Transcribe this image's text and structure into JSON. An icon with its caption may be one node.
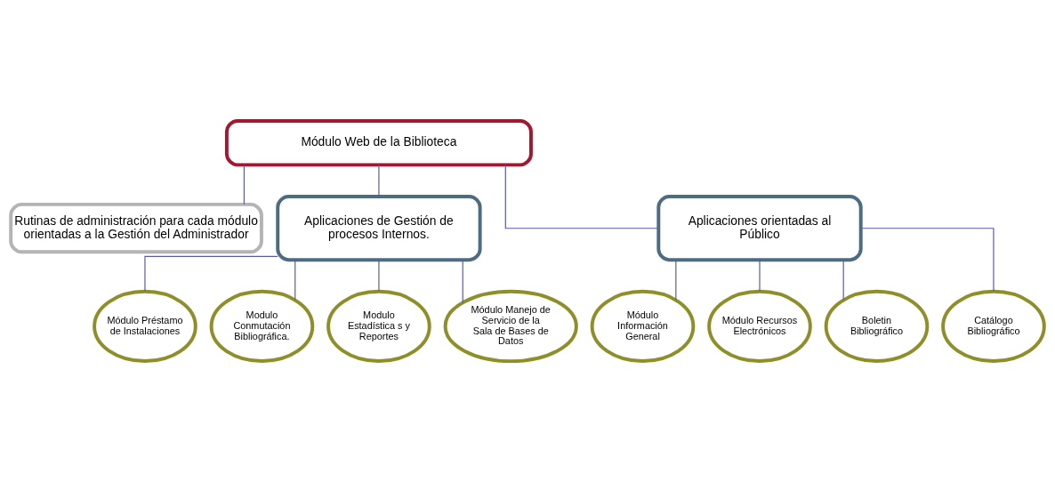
{
  "diagram": {
    "nodes": [
      {
        "text": [
          "Módulo Web de la Biblioteca"
        ]
      },
      {
        "text": [
          "Rutinas de administración para cada módulo orientadas a la Gestión del Administrador"
        ]
      },
      {
        "text": [
          "Aplicaciones de Gestión de procesos Internos."
        ]
      },
      {
        "text": [
          "Aplicaciones orientadas al Público"
        ]
      },
      {
        "text": [
          "Módulo Préstamo de Instalaciones"
        ]
      },
      {
        "text": [
          "Modulo Conmutación Bibliográfica."
        ]
      },
      {
        "text": [
          "Modulo Estadística s y Reportes"
        ]
      },
      {
        "text": [
          "Módulo Manejo de Servicio de la Sala de Bases de Datos"
        ]
      },
      {
        "text": [
          "Módulo Información General"
        ]
      },
      {
        "text": [
          "Módulo Recursos Electrónicos"
        ]
      },
      {
        "text": [
          "Boletin Bibliográfico"
        ]
      },
      {
        "text": [
          "Catálogo Bibliográfico"
        ]
      }
    ],
    "edges": [
      {
        "from": 0,
        "to": 1,
        "arrow": "none"
      },
      {
        "from": 0,
        "to": 2,
        "arrow": "none"
      },
      {
        "from": 0,
        "to": 3,
        "arrow": "none"
      },
      {
        "from": 2,
        "to": 4,
        "arrow": "none"
      },
      {
        "from": 2,
        "to": 5,
        "arrow": "none"
      },
      {
        "from": 2,
        "to": 6,
        "arrow": "none"
      },
      {
        "from": 2,
        "to": 7,
        "arrow": "none"
      },
      {
        "from": 3,
        "to": 8,
        "arrow": "none"
      },
      {
        "from": 3,
        "to": 9,
        "arrow": "none"
      },
      {
        "from": 3,
        "to": 10,
        "arrow": "none"
      },
      {
        "from": 3,
        "to": 11,
        "arrow": "none"
      }
    ]
  }
}
